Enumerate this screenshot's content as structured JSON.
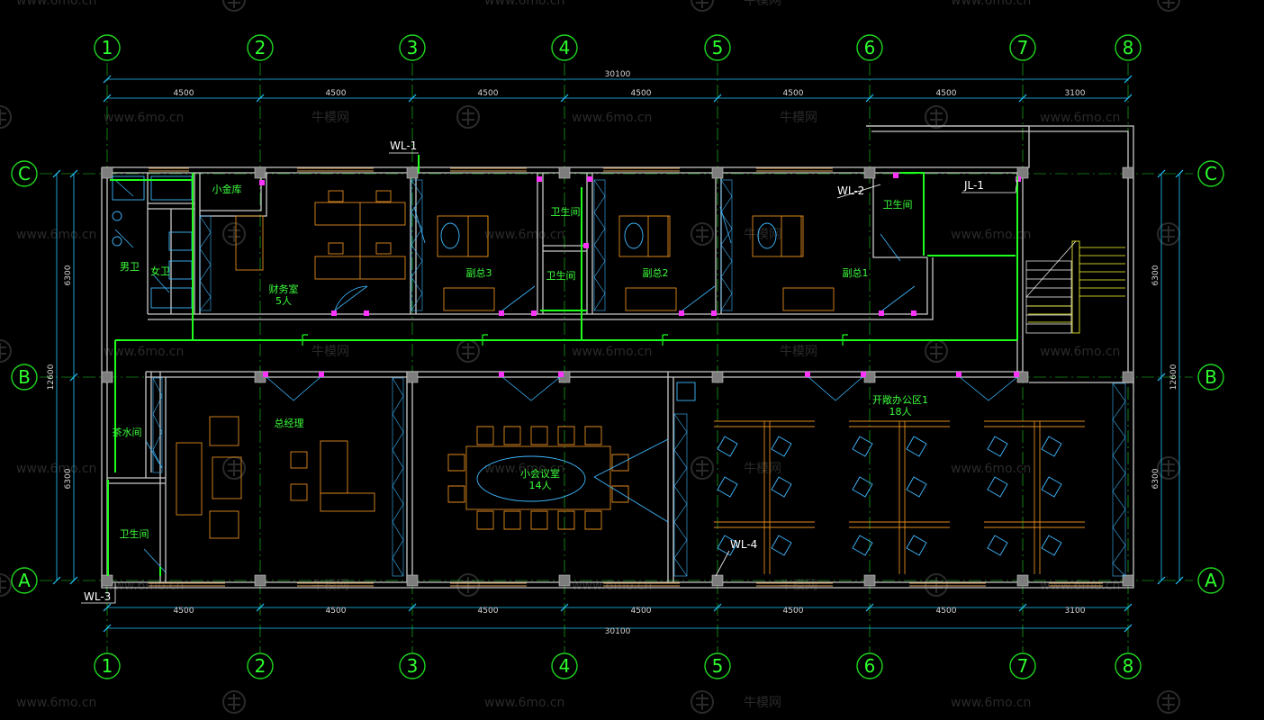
{
  "colors": {
    "background": "#000000",
    "wall": "#c9c9c9",
    "grid_axis": "#1fd61f",
    "pipe": "#1eff1e",
    "furniture": "#e08a1e",
    "fixture": "#3fb8ff",
    "door": "#ff33ff",
    "window": "#d9a25a",
    "dim": "#22c7ff",
    "watermark": "#2a2a2a"
  },
  "grid_columns": [
    "1",
    "2",
    "3",
    "4",
    "5",
    "6",
    "7",
    "8"
  ],
  "grid_rows": [
    "C",
    "B",
    "A"
  ],
  "dimensions": {
    "top_segments": [
      "4500",
      "4500",
      "4500",
      "4500",
      "4500",
      "4500",
      "3100"
    ],
    "top_total": "30100",
    "bottom_segments": [
      "4500",
      "4500",
      "4500",
      "4500",
      "4500",
      "4500",
      "3100"
    ],
    "bottom_total": "30100",
    "left_segments": [
      "6300",
      "6300"
    ],
    "left_total": "12600",
    "right_segments": [
      "6300",
      "6300"
    ],
    "right_total": "12600"
  },
  "rooms": {
    "small_vault": "小金库",
    "mens_wc": "男卫",
    "womens_wc": "女卫",
    "finance_name": "财务室",
    "finance_cap": "5人",
    "vp3": "副总3",
    "wc_mid_upper": "卫生间",
    "wc_mid_lower": "卫生间",
    "vp2": "副总2",
    "vp1": "副总1",
    "wc_right": "卫生间",
    "tea_room": "茶水间",
    "wc_left": "卫生间",
    "gm": "总经理",
    "meeting_name": "小会议室",
    "meeting_cap": "14人",
    "open_office_name": "开敞办公区1",
    "open_office_cap": "18人"
  },
  "tags": {
    "wl1": "WL-1",
    "wl2": "WL-2",
    "wl3": "WL-3",
    "wl4": "WL-4",
    "jl1": "JL-1"
  },
  "watermarks": {
    "site": "www.6mo.cn",
    "brand": "牛模网"
  }
}
